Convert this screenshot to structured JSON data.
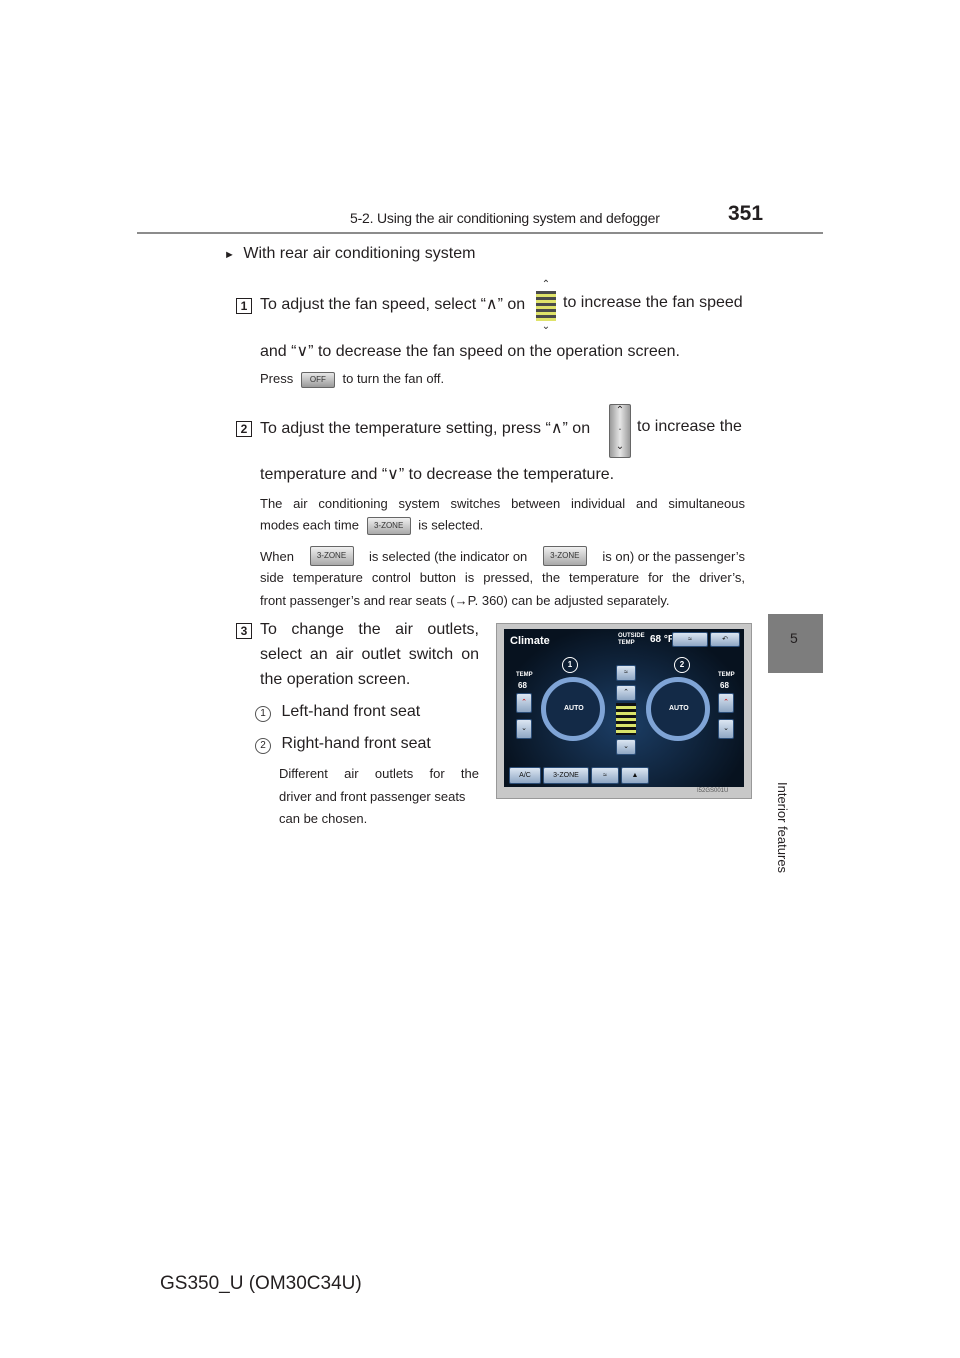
{
  "header": {
    "section_title": "5-2. Using the air conditioning system and defogger",
    "page_number": "351"
  },
  "side_tab": {
    "chapter_number": "5",
    "chapter_title": "Interior features"
  },
  "content": {
    "bullet": "With rear air conditioning system",
    "step1": {
      "number": "1",
      "line1_a": "To adjust the fan speed, select “∧” on",
      "line1_b": "to increase the fan speed",
      "line2": "and “∨” to decrease the fan speed on the operation screen.",
      "note_a": "Press",
      "note_b": "to turn the fan off.",
      "fan_off_button": "OFF"
    },
    "step2": {
      "number": "2",
      "line1_a": "To adjust the temperature setting, press “∧” on",
      "line1_b": "to increase the",
      "line2": "temperature and “∨” to decrease the temperature.",
      "note1_line1": "The air conditioning system switches between individual and simultaneous",
      "note1_a": "modes each time",
      "note1_b": "is selected.",
      "note2_a": "When",
      "note2_b": "is selected (the indicator on",
      "note2_c": "is on) or the passenger’s",
      "note2_line2": "side temperature control button is pressed, the temperature for the driver’s,",
      "note2_line3": "front passenger’s and rear seats (→P. 360) can be adjusted separately.",
      "zone_button": "3-ZONE"
    },
    "step3": {
      "number": "3",
      "line1": "To change the air outlets,",
      "line2": "select an air outlet switch on",
      "line3": "the operation screen.",
      "item1_marker": "1",
      "item1": "Left-hand front seat",
      "item2_marker": "2",
      "item2": "Right-hand front seat",
      "note_line1": "Different air outlets for the",
      "note_line2": "driver and front passenger seats",
      "note_line3": "can be chosen."
    }
  },
  "screen": {
    "title": "Climate",
    "outside_label": "OUTSIDE TEMP",
    "outside_value": "68 °F",
    "temp_label_left": "TEMP",
    "temp_value_left": "68",
    "temp_label_right": "TEMP",
    "temp_value_right": "68",
    "auto_left": "AUTO",
    "auto_right": "AUTO",
    "marker_left": "1",
    "marker_right": "2",
    "ac_button": "A/C",
    "zone_button": "3-ZONE",
    "code": "I52GS001U"
  },
  "footer": {
    "manual_code": "GS350_U (OM30C34U)"
  }
}
